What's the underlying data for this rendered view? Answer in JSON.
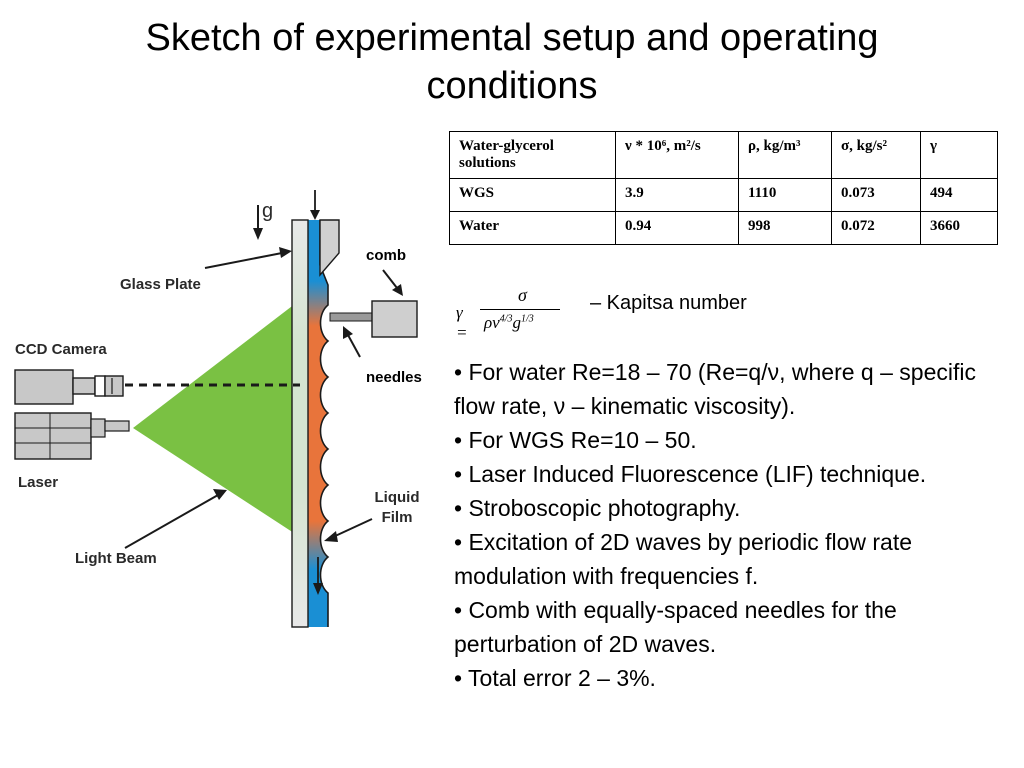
{
  "title": {
    "line1": "Sketch of experimental setup and operating",
    "line2": "conditions"
  },
  "diagram": {
    "labels": {
      "g": "g",
      "glass_plate": "Glass Plate",
      "ccd_camera": "CCD Camera",
      "laser": "Laser",
      "light_beam": "Light Beam",
      "comb": "comb",
      "needles": "needles",
      "liquid": "Liquid",
      "film": "Film"
    },
    "colors": {
      "light_beam": "#7ac143",
      "film_blue": "#1a8fd4",
      "film_orange": "#e8743b",
      "plate": "#e6e6e6",
      "equipment": "#cfcfcf"
    }
  },
  "table": {
    "headers": [
      "Water-glycerol solutions",
      "ν * 10⁶, m²/s",
      "ρ, kg/m³",
      "σ, kg/s²",
      "γ"
    ],
    "rows": [
      [
        "WGS",
        "3.9",
        "1110",
        "0.073",
        "494"
      ],
      [
        "Water",
        "0.94",
        "998",
        "0.072",
        "3660"
      ]
    ]
  },
  "formula": {
    "lhs": "γ =",
    "numerator": "σ",
    "denominator": "ρν",
    "nu_exp": "4/3",
    "g": "g",
    "g_exp": "1/3",
    "description": "– Kapitsa number"
  },
  "bullets": [
    "• For water Re=18 – 70 (Re=q/ν, where q – specific flow rate, ν – kinematic viscosity).",
    "• For WGS Re=10 – 50.",
    "• Laser Induced Fluorescence (LIF) technique.",
    "• Stroboscopic photography.",
    "• Excitation of 2D waves by periodic flow rate modulation with frequencies f.",
    "• Comb with equally-spaced needles for the perturbation of 2D waves.",
    "• Total error 2 – 3%."
  ]
}
